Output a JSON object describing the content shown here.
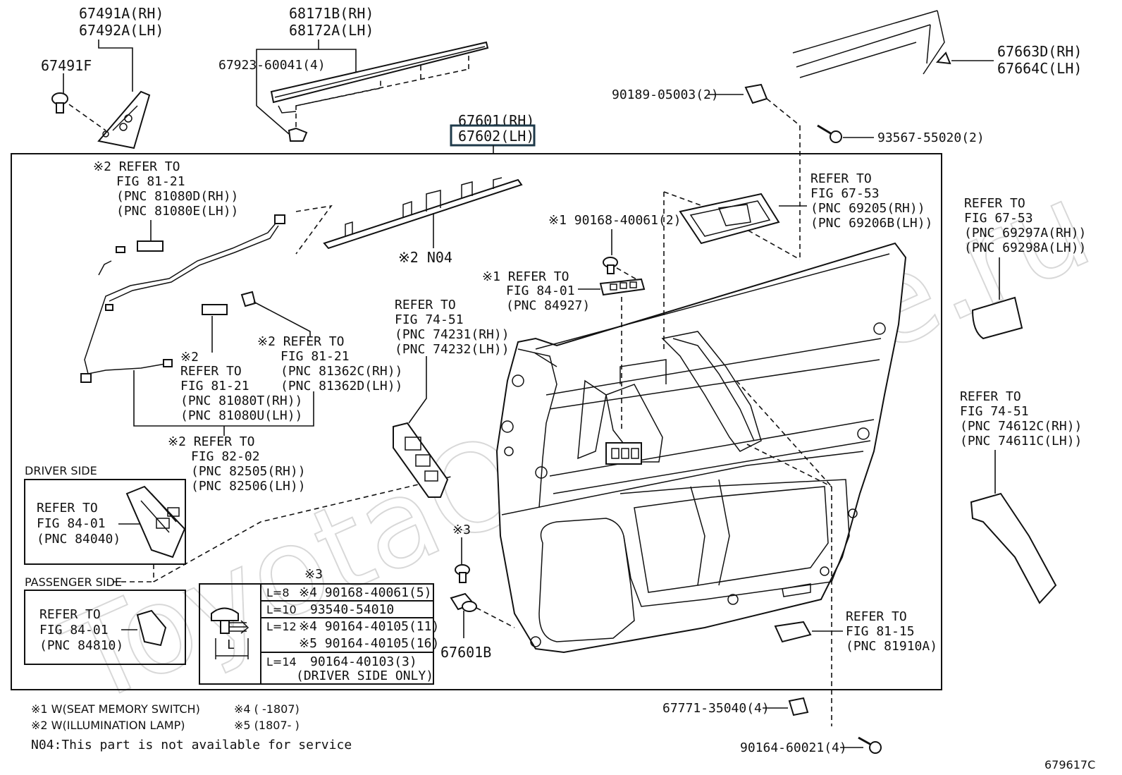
{
  "watermark": "ToyotaOemNice.ru",
  "figure_id": "679617C",
  "main_part": {
    "rh": "67601(RH)",
    "lh": "67602(LH)"
  },
  "labels": {
    "p67491a": "67491A(RH)",
    "p67492a": "67492A(LH)",
    "p67491f": "67491F",
    "p68171b": "68171B(RH)",
    "p68172a": "68172A(LH)",
    "p67923": "67923-60041(4)",
    "p90189": "90189-05003(2)",
    "p93567": "93567-55020(2)",
    "p67663d": "67663D(RH)",
    "p67664c": "67664C(LH)",
    "n04": "※2 N04",
    "s1_90168": "※1 90168-40061(2)",
    "s3_a": "※3",
    "p67601b": "67601B",
    "p67771": "67771-35040(4)",
    "p90164": "90164-60021(4)",
    "s2_a": "※2"
  },
  "refs": {
    "r1": [
      "※2 REFER TO",
      "FIG 81-21",
      "(PNC 81080D(RH))",
      "(PNC 81080E(LH))"
    ],
    "r2": [
      "REFER TO",
      "FIG 67-53",
      "(PNC 69205(RH))",
      "(PNC 69206B(LH))"
    ],
    "r3": [
      "REFER TO",
      "FIG 67-53",
      "(PNC 69297A(RH))",
      "(PNC 69298A(LH))"
    ],
    "r4": [
      "※1 REFER TO",
      "FIG 84-01",
      "(PNC 84927)"
    ],
    "r5": [
      "REFER TO",
      "FIG 74-51",
      "(PNC 74231(RH))",
      "(PNC 74232(LH))"
    ],
    "r6": [
      "※2 REFER TO",
      "FIG 81-21",
      "(PNC 81362C(RH))",
      "(PNC 81362D(LH))"
    ],
    "r7": [
      "REFER TO",
      "FIG 81-21",
      "(PNC 81080T(RH))",
      "(PNC 81080U(LH))"
    ],
    "r8": [
      "※2 REFER TO",
      "FIG 82-02",
      "(PNC 82505(RH))",
      "(PNC 82506(LH))"
    ],
    "r9": [
      "REFER TO",
      "FIG 74-51",
      "(PNC 74612C(RH))",
      "(PNC 74611C(LH))"
    ],
    "r10": [
      "REFER TO",
      "FIG 81-15",
      "(PNC 81910A)"
    ]
  },
  "driver_side": {
    "title": "DRIVER SIDE",
    "lines": [
      "REFER TO",
      "FIG 84-01",
      "(PNC 84040)"
    ]
  },
  "passenger_side": {
    "title": "PASSENGER SIDE",
    "lines": [
      "REFER TO",
      "FIG 84-01",
      "(PNC 84810)"
    ]
  },
  "clip_table": {
    "header": "※3",
    "dim": "L",
    "rows": [
      {
        "l": "L=8",
        "part": "※4 90168-40061(5)"
      },
      {
        "l": "L=10",
        "part": "93540-54010"
      },
      {
        "l": "L=12",
        "part": "※4 90164-40105(11)"
      },
      {
        "l": "",
        "part": "※5 90164-40105(16)"
      },
      {
        "l": "L=14",
        "part": "90164-40103(3)"
      },
      {
        "l": "",
        "part": "(DRIVER SIDE ONLY)"
      }
    ]
  },
  "notes": {
    "n1": "※1 W(SEAT MEMORY SWITCH)",
    "n2": "※2 W(ILLUMINATION LAMP)",
    "n4": "※4 (      -1807)",
    "n5": "※5 (1807-      )",
    "n04": "N04:This part is not available for service"
  }
}
